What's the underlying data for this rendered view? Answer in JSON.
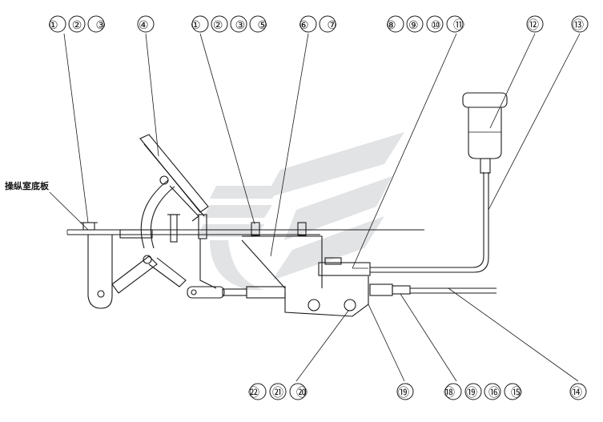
{
  "floor_label": "操纵室底板",
  "colors": {
    "line": "#1a1a1a",
    "background": "#ffffff",
    "watermark": "#c9cdd1"
  },
  "callouts_top": [
    {
      "id": "c-1-2-3-left",
      "text": "①②③"
    },
    {
      "id": "c-4",
      "text": "④"
    },
    {
      "id": "c-1-2-3-5",
      "text": "①②③⑤"
    },
    {
      "id": "c-6-7",
      "text": "⑥⑦"
    },
    {
      "id": "c-8-9-10-11",
      "text": "⑧⑨⑩⑪"
    },
    {
      "id": "c-12",
      "text": "⑫"
    },
    {
      "id": "c-13",
      "text": "⑬"
    }
  ],
  "callouts_bottom": [
    {
      "id": "c-22-21-20",
      "text": "㉒㉑⑳"
    },
    {
      "id": "c-19",
      "text": "⑲"
    },
    {
      "id": "c-18-19-16-15",
      "text": "⑱⑲⑯⑮"
    },
    {
      "id": "c-14",
      "text": "⑭"
    }
  ]
}
